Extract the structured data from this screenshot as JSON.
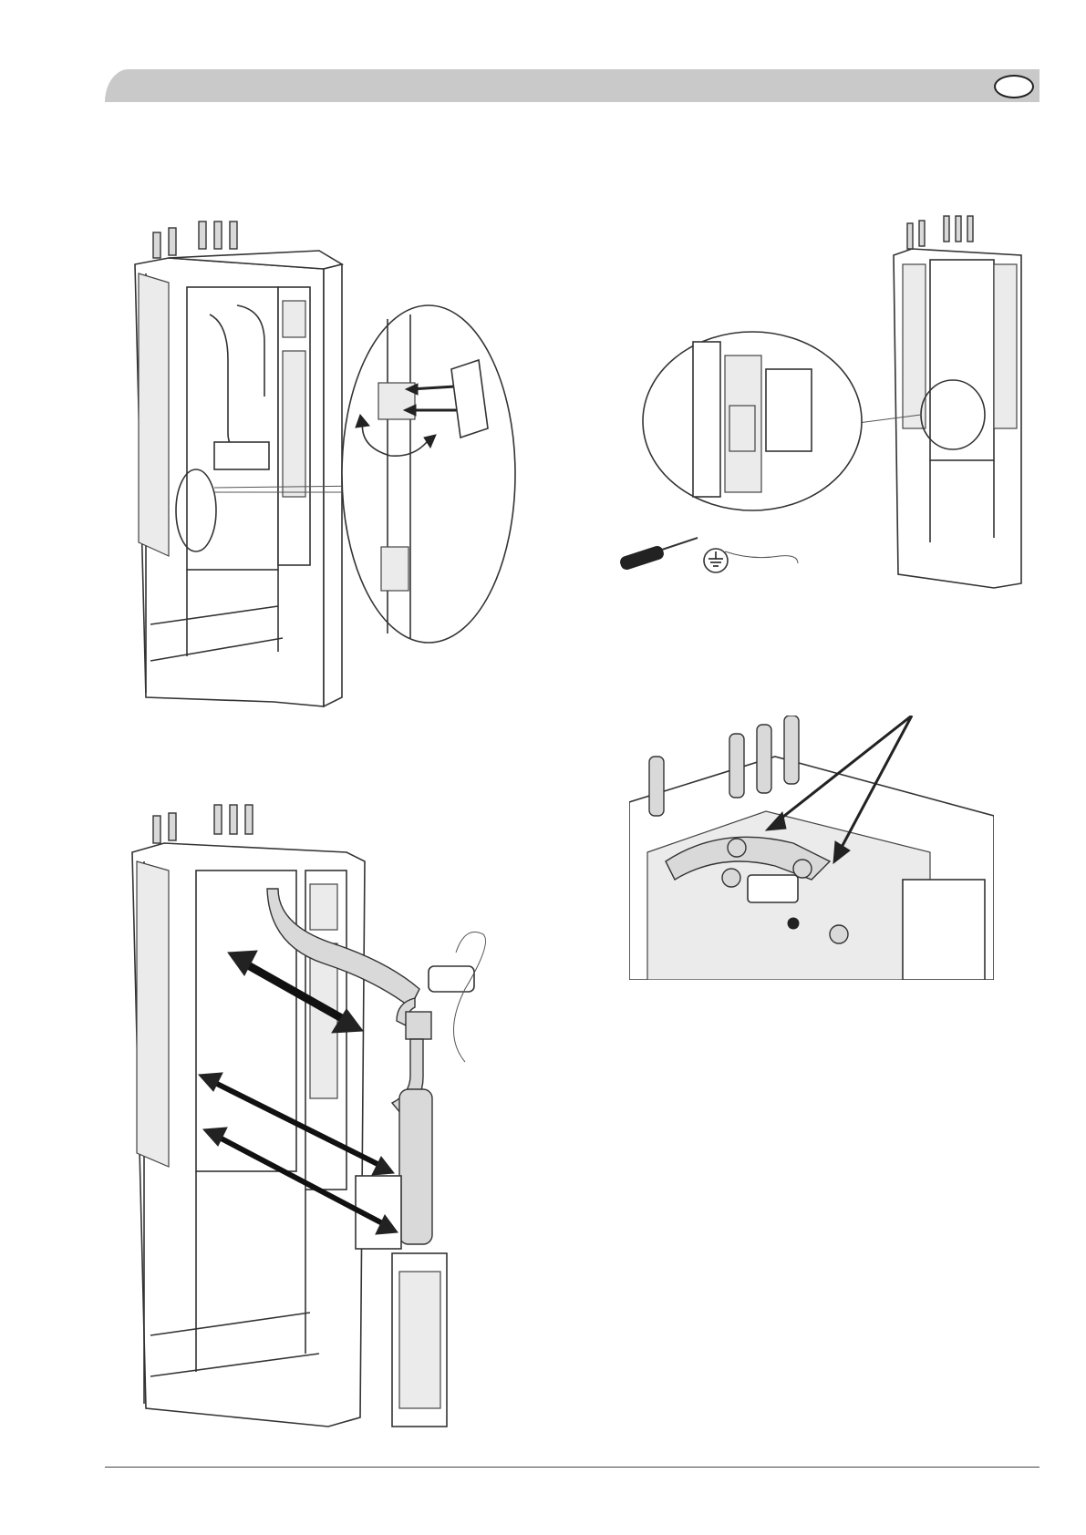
{
  "header": {
    "language_badge": "",
    "accent_color": "#c9c9c9"
  },
  "figures": [
    {
      "name": "bracket-mounting",
      "icon": "unit-frame-with-bracket-detail"
    },
    {
      "name": "earth-cable-connection",
      "icon": "earth-symbol"
    },
    {
      "name": "module-removal",
      "icon": "unit-frame-with-module-arrows"
    },
    {
      "name": "top-pipe-connections",
      "icon": "pipe-connections-top-view"
    }
  ]
}
